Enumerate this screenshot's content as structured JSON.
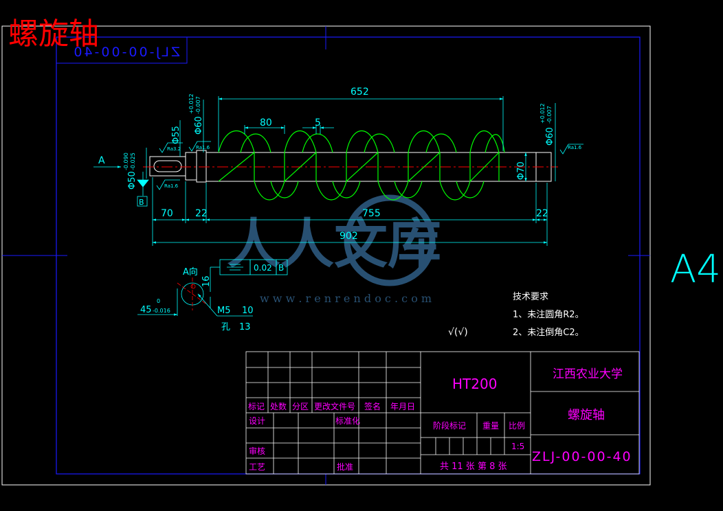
{
  "header": {
    "title": "螺旋轴",
    "mirrored_code": "ZLJ-00-00-40"
  },
  "sheet": {
    "size_label": "A4"
  },
  "dimensions": {
    "d652": "652",
    "d80": "80",
    "d5": "5",
    "d70_left": "70",
    "d22_left": "22",
    "d755": "755",
    "d22_right": "22",
    "d902": "902",
    "dia55": "Φ55",
    "dia60_left": "Φ60",
    "tol60_left_upper": "+0.012",
    "tol60_left_lower": "-0.007",
    "dia50": "Φ50",
    "tol50_upper": "-0.090",
    "tol50_lower": "-0.025",
    "dia70": "Φ70",
    "dia60_right": "Φ60",
    "tol60_right_upper": "+0.012",
    "tol60_right_lower": "-0.007",
    "ra32": "Ra3.2",
    "ra16_a": "Ra1.6",
    "ra16_b": "Ra1.6",
    "ra16_c": "Ra1.6"
  },
  "view_markers": {
    "a_arrow": "A",
    "datum_b": "B"
  },
  "section": {
    "label": "A向",
    "tol_value": "0.02",
    "tol_datum": "B",
    "dim16": "16",
    "dim45": "45",
    "tol45_upper": "0",
    "tol45_lower": "-0.016",
    "thread": "M5",
    "thread_depth": "10",
    "hole": "孔",
    "hole_depth": "13"
  },
  "watermark": {
    "brand": "人人文库",
    "url": "w w w . r e n r e n d o c . c o m"
  },
  "notes": {
    "heading": "技术要求",
    "item1": "1、未注圆角R2。",
    "item2": "2、未注倒角C2。",
    "roughness_note": "√(√)"
  },
  "title_block": {
    "material": "HT200",
    "school": "江西农业大学",
    "part_name": "螺旋轴",
    "drawing_no": "ZLJ-00-00-40",
    "scale": "1:5",
    "sheets": "共 11 张 第 8 张",
    "h_mark": "标记",
    "h_count": "处数",
    "h_zone": "分区",
    "h_doc": "更改文件号",
    "h_sign": "签名",
    "h_date": "年月日",
    "design": "设计",
    "standard": "标准化",
    "stage": "阶段标记",
    "weight": "重量",
    "ratio": "比例",
    "review": "审核",
    "process": "工艺",
    "approve": "批准"
  },
  "colors": {
    "sheet_border": "#ffffff",
    "frame": "#1a1aff",
    "dimension": "#00ffff",
    "outline": "#ffffff",
    "helix": "#00ff00",
    "centerline": "#ff0000",
    "title_text": "#ff00ff",
    "header_red": "#ff0000",
    "watermark": "#2f5e86"
  }
}
